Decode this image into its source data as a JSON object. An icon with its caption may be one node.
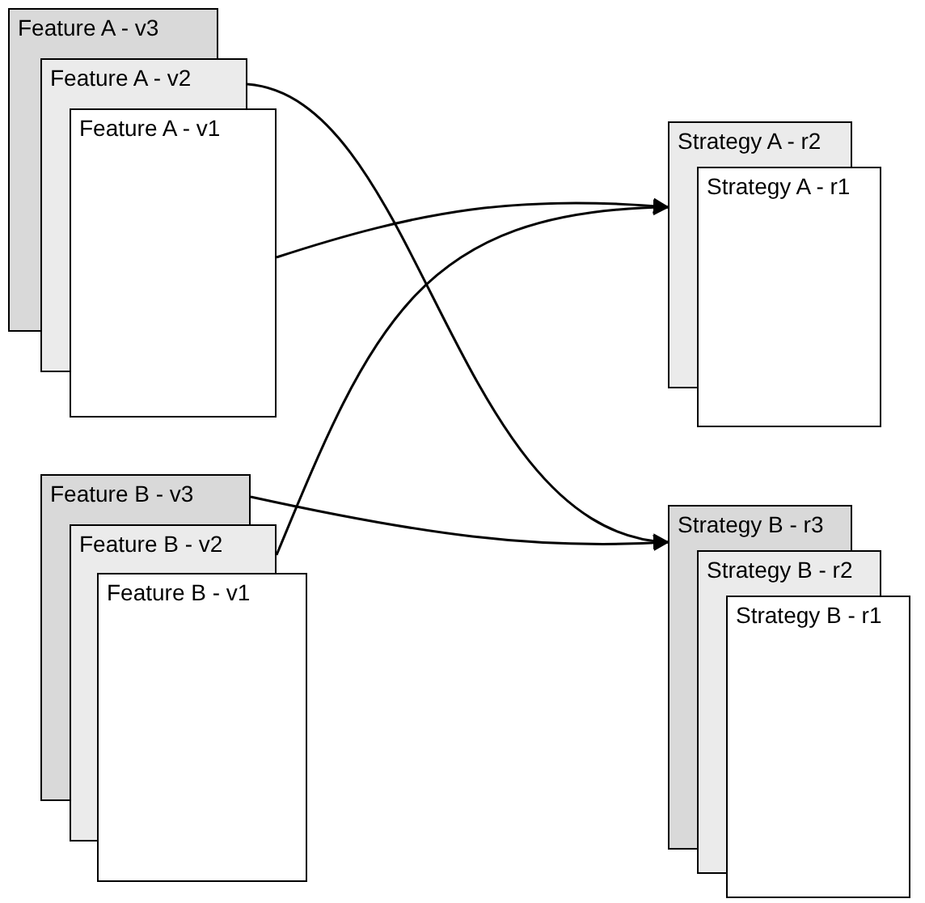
{
  "diagram": {
    "nodes": [
      {
        "text": [
          "Feature A - v3"
        ]
      },
      {
        "text": [
          "Feature A - v2"
        ]
      },
      {
        "text": [
          "Feature A - v1"
        ]
      },
      {
        "text": [
          "Strategy A - r2"
        ]
      },
      {
        "text": [
          "Strategy A - r1"
        ]
      },
      {
        "text": [
          "Feature B - v3"
        ]
      },
      {
        "text": [
          "Feature B - v2"
        ]
      },
      {
        "text": [
          "Feature B - v1"
        ]
      },
      {
        "text": [
          "Strategy B - r3"
        ]
      },
      {
        "text": [
          "Strategy B - r2"
        ]
      },
      {
        "text": [
          "Strategy B - r1"
        ]
      }
    ],
    "edges": [
      {
        "from": 2,
        "to": 3,
        "arrow": "to"
      },
      {
        "from": 1,
        "to": 8,
        "arrow": "to"
      },
      {
        "from": 6,
        "to": 3,
        "arrow": "to"
      },
      {
        "from": 5,
        "to": 8,
        "arrow": "to"
      }
    ]
  }
}
